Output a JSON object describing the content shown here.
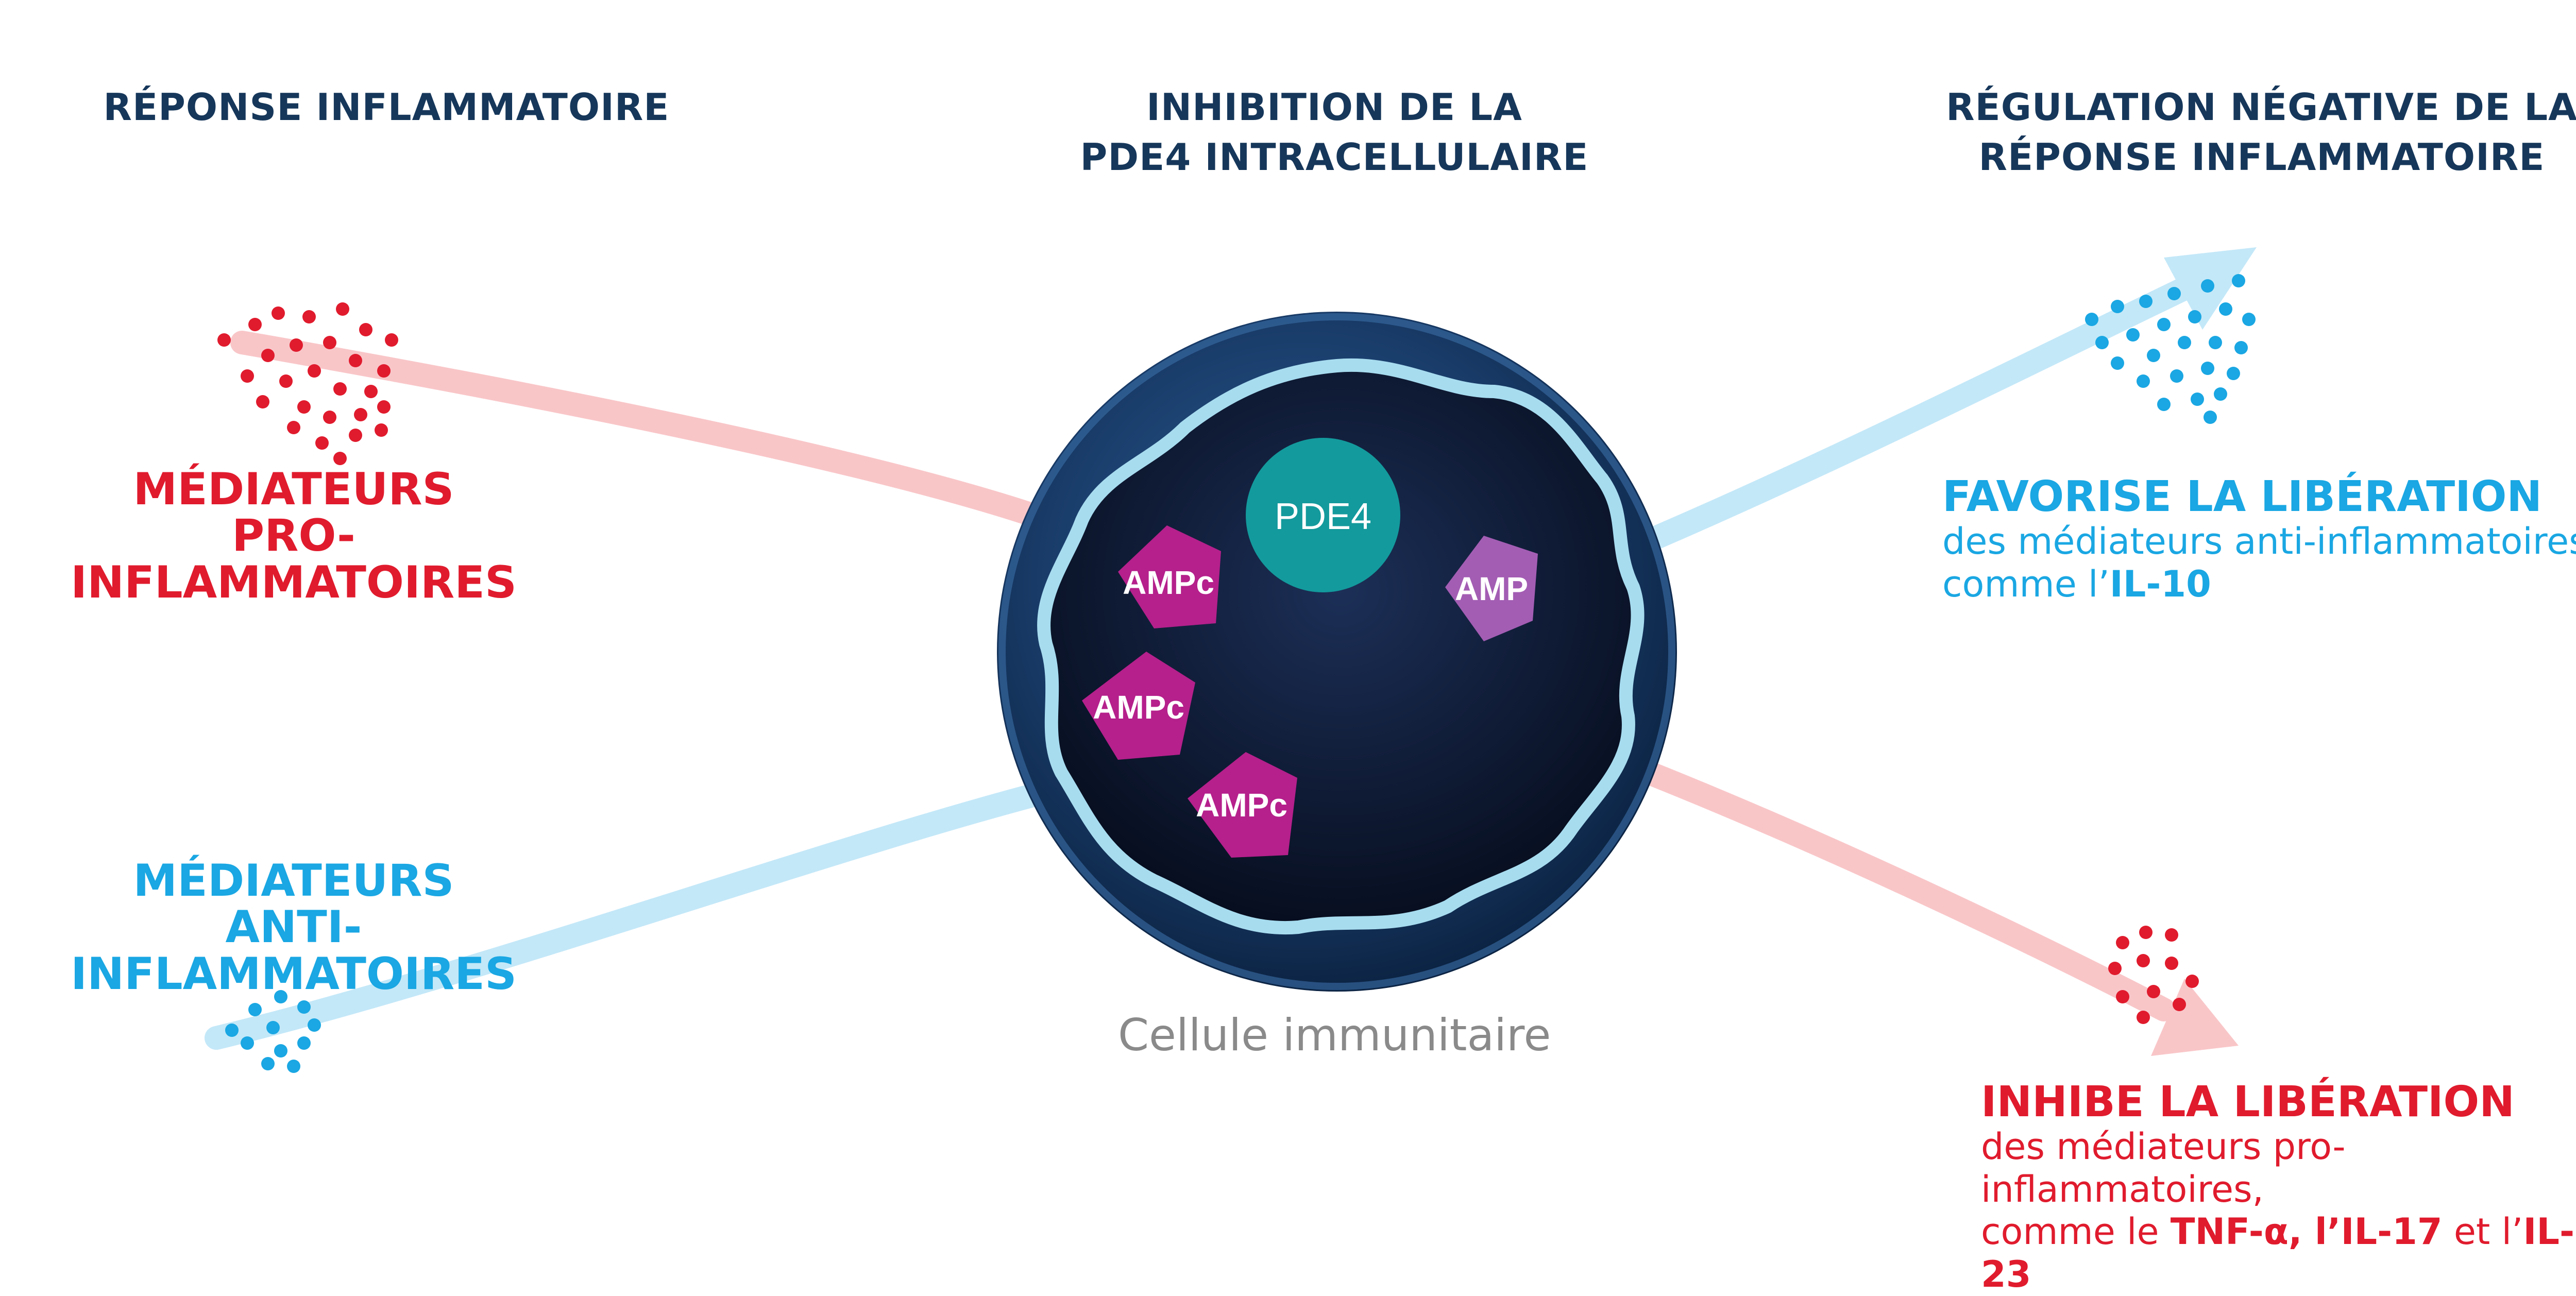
{
  "headings": {
    "left": "RÉPONSE INFLAMMATOIRE",
    "center_line1": "INHIBITION DE LA",
    "center_line2": "PDE4 INTRACELLULAIRE",
    "right_line1": "RÉGULATION NÉGATIVE DE LA",
    "right_line2": "RÉPONSE INFLAMMATOIRE"
  },
  "left": {
    "pro_line1": "MÉDIATEURS",
    "pro_line2": "PRO-INFLAMMATOIRES",
    "anti_line1": "MÉDIATEURS",
    "anti_line2": "ANTI-INFLAMMATOIRES"
  },
  "cell": {
    "label": "Cellule immunitaire",
    "pde4": "PDE4",
    "ampc_1": "AMPc",
    "ampc_2": "AMPc",
    "ampc_3": "AMPc",
    "amp": "AMP"
  },
  "right_top": {
    "title": "FAVORISE LA LIBÉRATION",
    "line1": "des médiateurs anti-inflammatoires,",
    "line2_prefix": "comme l’",
    "line2_bold": "IL-10"
  },
  "right_bottom": {
    "title": "INHIBE LA LIBÉRATION",
    "line1": "des médiateurs pro-inflammatoires,",
    "line2_a": "comme le ",
    "line2_b": "TNF-α, l’IL-17",
    "line2_c": " et l’",
    "line2_d": "IL-23"
  },
  "colors": {
    "navy": "#16375a",
    "red": "#e01b2d",
    "blue": "#1aa7e3",
    "pink_arrow": "#f9c6c8",
    "blue_arrow": "#c3e8f8",
    "teal": "#139a9c",
    "magenta": "#b5208c",
    "lavender": "#a35db3",
    "cell_dark": "#0b1b35"
  }
}
